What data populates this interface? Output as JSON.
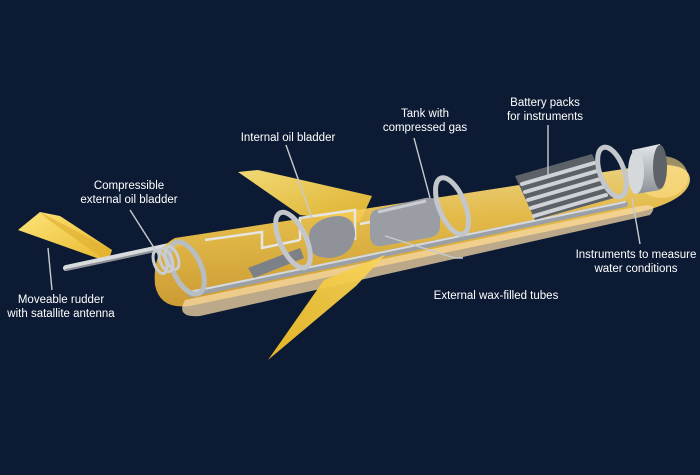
{
  "labels": {
    "battery": "Battery packs\nfor instruments",
    "tank": "Tank with\ncompressed gas",
    "internal_bladder": "Internal oil bladder",
    "external_bladder": "Compressible\nexternal oil bladder",
    "rudder": "Moveable rudder\nwith satallite antenna",
    "wax_tubes": "External wax-filled tubes",
    "instruments": "Instruments to measure\nwater conditions"
  },
  "colors": {
    "background": "#0c1b33",
    "hull": "#f3c64a",
    "hull_shadow": "#c99a2a",
    "wing": "#f5cf3a",
    "metal": "#b9bec4",
    "metal_dark": "#6e7379",
    "component": "#8e9298",
    "leader_line": "#c7cbd0"
  }
}
